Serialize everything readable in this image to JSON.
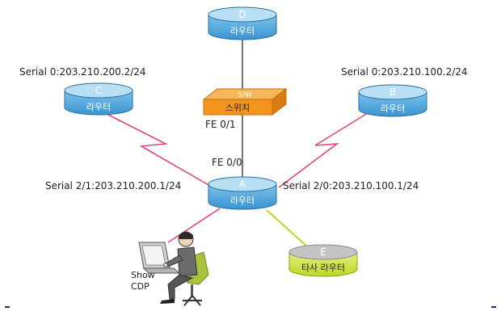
{
  "routers": {
    "D": {
      "letter": "D",
      "label": "라우터"
    },
    "C": {
      "letter": "C",
      "label": "라우터"
    },
    "B": {
      "letter": "B",
      "label": "라우터"
    },
    "A": {
      "letter": "A",
      "label": "라우터"
    },
    "E": {
      "letter": "E",
      "label": "타사 라우터"
    }
  },
  "switch": {
    "top_label": "S/W",
    "label": "스위치"
  },
  "interfaces": {
    "c_serial": "Serial 0:203.210.200.2/24",
    "b_serial": "Serial 0:203.210.100.2/24",
    "sw_fe": "FE 0/1",
    "a_fe": "FE 0/0",
    "a_serial_left": "Serial 2/1:203.210.200.1/24",
    "a_serial_right": "Serial 2/0:203.210.100.1/24"
  },
  "pc": {
    "line1": "Show",
    "line2": "CDP"
  },
  "colors": {
    "router_blue": "#5aaee0",
    "router_top": "#b9dff5",
    "router_edge": "#2b6e9e",
    "switch_orange": "#f2941e",
    "other_router_green": "#d6e84a",
    "other_router_top": "#c4c4c4",
    "link_serial": "#e0457b",
    "link_e": "#c8d21e",
    "link_ethernet": "#555555"
  }
}
